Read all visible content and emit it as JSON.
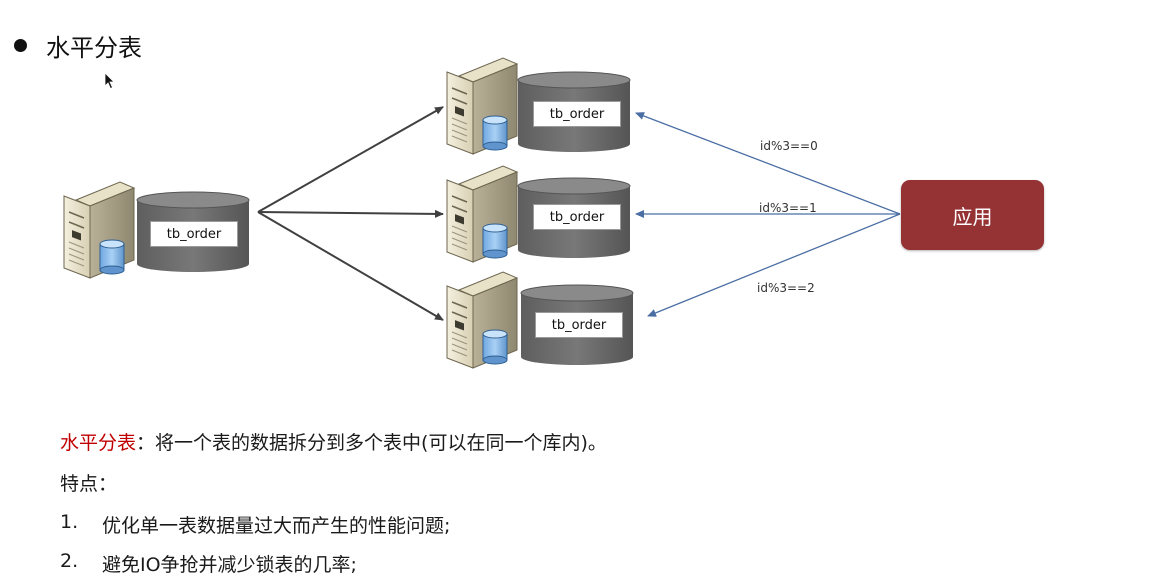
{
  "heading": {
    "title": "水平分表"
  },
  "source": {
    "table": "tb_order"
  },
  "shards": [
    {
      "table": "tb_order",
      "condition": "id%3==0"
    },
    {
      "table": "tb_order",
      "condition": "id%3==1"
    },
    {
      "table": "tb_order",
      "condition": "id%3==2"
    }
  ],
  "app": {
    "label": "应用"
  },
  "description": {
    "term": "水平分表",
    "colon": "：",
    "text": "将一个表的数据拆分到多个表中(可以在同一个库内)。"
  },
  "features": {
    "title": "特点：",
    "items": [
      {
        "num": "1.",
        "text": "优化单一表数据量过大而产生的性能问题;"
      },
      {
        "num": "2.",
        "text": "避免IO争抢并减少锁表的几率;"
      }
    ]
  },
  "colors": {
    "app": "#943234",
    "accent": "#c00000",
    "arrow_blue": "#4a6ea3",
    "arrow_dark": "#404040"
  },
  "icons": [
    "server-icon",
    "database-icon",
    "cursor-icon"
  ]
}
